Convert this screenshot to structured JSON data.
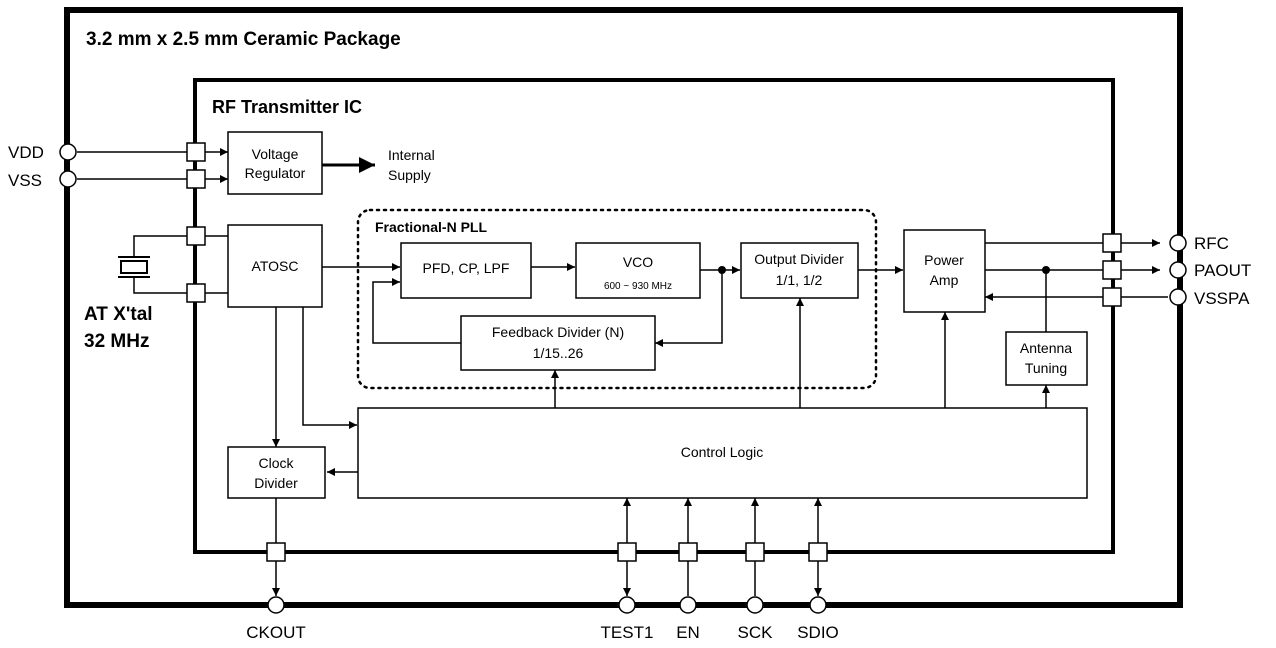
{
  "package": {
    "title": "3.2 mm x 2.5 mm Ceramic Package"
  },
  "ic": {
    "title": "RF Transmitter IC"
  },
  "pll": {
    "title": "Fractional-N PLL"
  },
  "blocks": {
    "voltage_regulator": [
      "Voltage",
      "Regulator"
    ],
    "internal_supply": [
      "Internal",
      "Supply"
    ],
    "atosc": "ATOSC",
    "pfd": "PFD, CP, LPF",
    "vco": "VCO",
    "vco_range": "600 ~ 930 MHz",
    "output_divider": [
      "Output Divider",
      "1/1, 1/2"
    ],
    "feedback_divider": [
      "Feedback Divider (N)",
      "1/15..26"
    ],
    "power_amp": [
      "Power",
      "Amp"
    ],
    "antenna_tuning": [
      "Antenna",
      "Tuning"
    ],
    "control_logic": "Control Logic",
    "clock_divider": [
      "Clock",
      "Divider"
    ]
  },
  "crystal": {
    "label": [
      "AT X'tal",
      "32 MHz"
    ]
  },
  "pins": {
    "vdd": "VDD",
    "vss": "VSS",
    "rfc": "RFC",
    "paout": "PAOUT",
    "vsspa": "VSSPA",
    "ckout": "CKOUT",
    "test1": "TEST1",
    "en": "EN",
    "sck": "SCK",
    "sdio": "SDIO"
  }
}
